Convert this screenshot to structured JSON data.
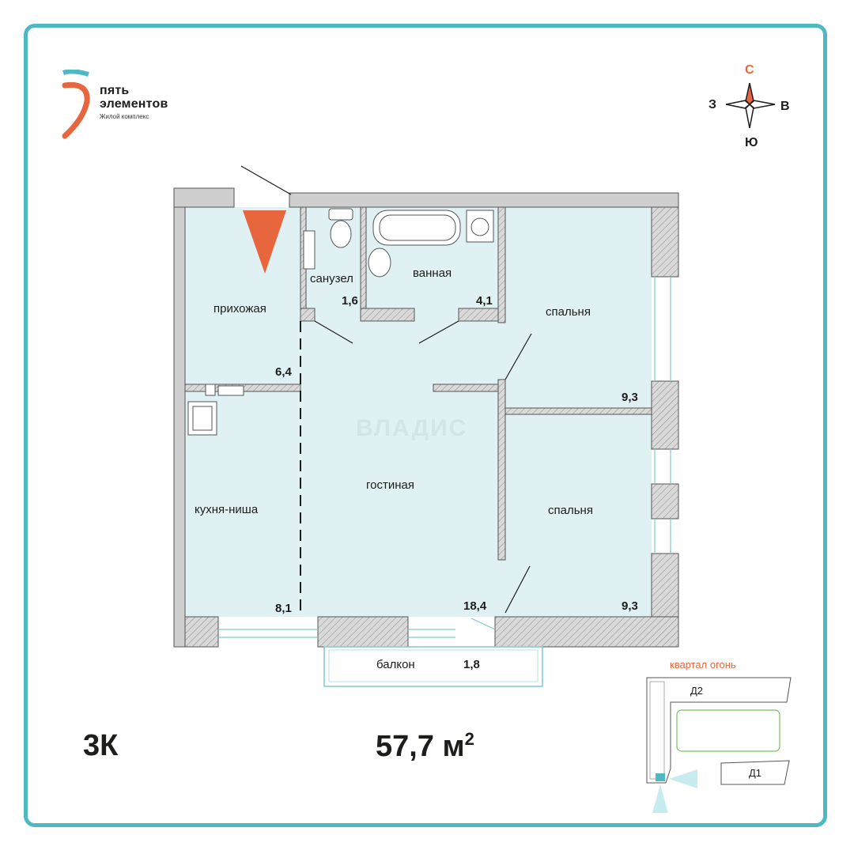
{
  "brand": {
    "name_line1": "пять",
    "name_line2": "элементов",
    "subtitle": "Жилой комплекс"
  },
  "compass": {
    "north": "С",
    "south": "Ю",
    "west": "З",
    "east": "В"
  },
  "rooms": [
    {
      "id": "hall",
      "label": "прихожая",
      "area": "6,4"
    },
    {
      "id": "wc",
      "label": "санузел",
      "area": "1,6"
    },
    {
      "id": "bath",
      "label": "ванная",
      "area": "4,1"
    },
    {
      "id": "bed1",
      "label": "спальня",
      "area": "9,3"
    },
    {
      "id": "kitchen",
      "label": "кухня-ниша",
      "area": "8,1"
    },
    {
      "id": "living",
      "label": "гостиная",
      "area": "18,4"
    },
    {
      "id": "bed2",
      "label": "спальня",
      "area": "9,3"
    },
    {
      "id": "balcony",
      "label": "балкон",
      "area": "1,8"
    }
  ],
  "apartment": {
    "type": "3К",
    "total_area": "57,7 м",
    "area_unit_sup": "2"
  },
  "minimap": {
    "title": "квартал огонь",
    "block1": "Д2",
    "block2": "Д1"
  },
  "watermark": "ВЛАДИС",
  "colors": {
    "accent": "#e8663d",
    "frame": "#4fb8c1",
    "room_fill": "#dff1f3",
    "wall": "#cfcfcf"
  }
}
